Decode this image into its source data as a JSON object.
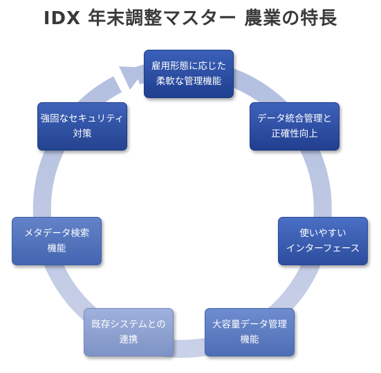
{
  "title": "IDX 年末調整マスター 農業の特長",
  "nodes": [
    {
      "line1": "雇用形態に応じた",
      "line2": "柔軟な管理機能"
    },
    {
      "line1": "データ統合管理と",
      "line2": "正確性向上"
    },
    {
      "line1": "使いやすい",
      "line2": "インターフェース"
    },
    {
      "line1": "大容量データ管理",
      "line2": "機能"
    },
    {
      "line1": "既存システムとの",
      "line2": "連携"
    },
    {
      "line1": "メタデータ検索",
      "line2": "機能"
    },
    {
      "line1": "強固なセキュリティ",
      "line2": "対策"
    }
  ]
}
